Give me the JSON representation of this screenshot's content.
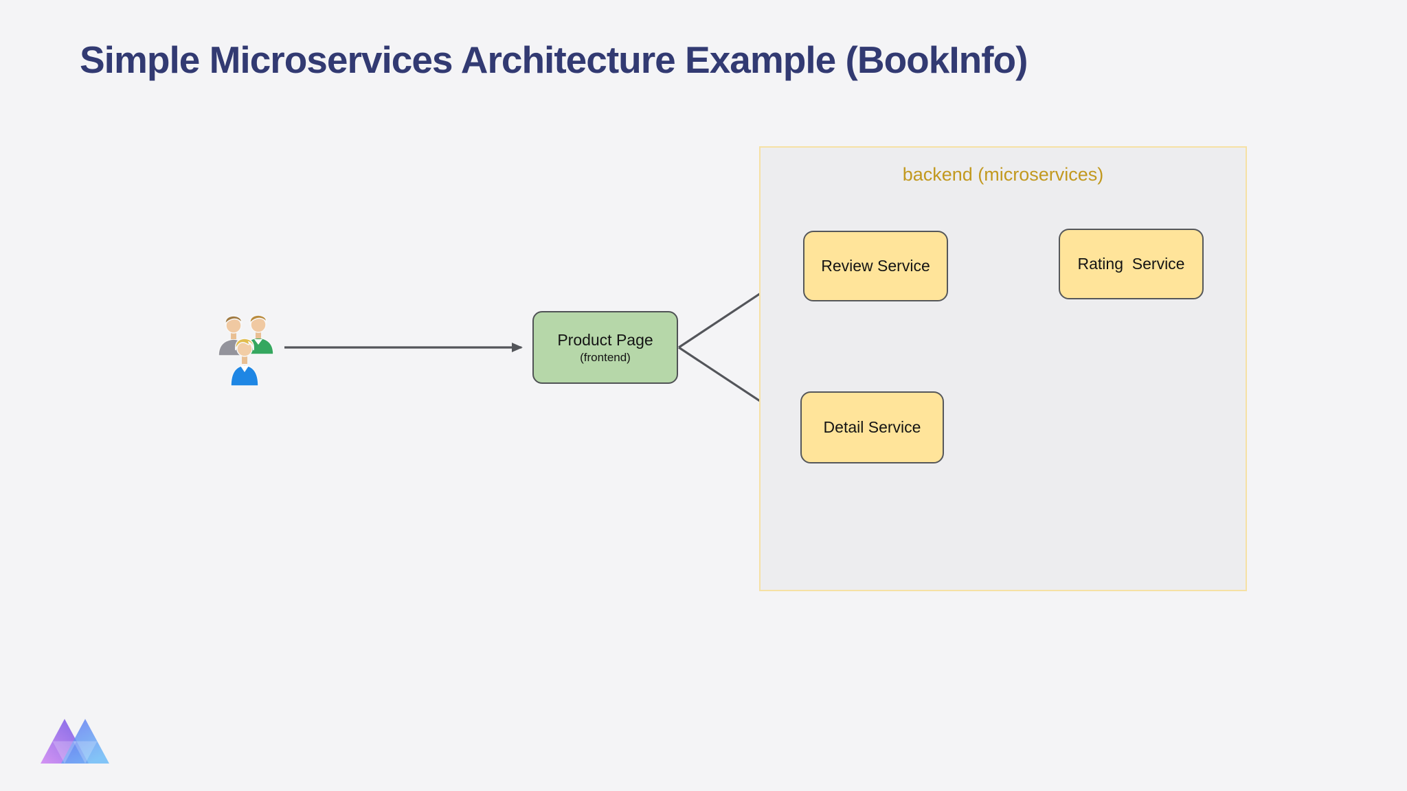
{
  "page": {
    "title": "Simple Microservices Architecture Example (BookInfo)",
    "title_color": "#323a72",
    "background_color": "#f4f4f6"
  },
  "diagram": {
    "actor": {
      "icon": "users-clipart-icon"
    },
    "frontend_node": {
      "label": "Product Page",
      "sublabel": "(frontend)",
      "fill": "#b6d7a9",
      "border": "#4f5255"
    },
    "backend_group": {
      "label": "backend (microservices)",
      "label_color": "#c2991f",
      "fill": "#ededef",
      "border": "#f6e1a4",
      "node_fill": "#ffe49a",
      "node_border": "#55575a",
      "nodes": [
        {
          "id": "review-service",
          "label": "Review Service"
        },
        {
          "id": "rating-service",
          "label": "Rating  Service"
        },
        {
          "id": "detail-service",
          "label": "Detail Service"
        }
      ]
    },
    "edges": [
      {
        "from": "users",
        "to": "product-page"
      },
      {
        "from": "product-page",
        "to": "review-service"
      },
      {
        "from": "product-page",
        "to": "detail-service"
      },
      {
        "from": "review-service",
        "to": "rating-service"
      }
    ],
    "edge_color": "#53555a"
  },
  "footer": {
    "logo": "mermaid-chart-logo"
  }
}
